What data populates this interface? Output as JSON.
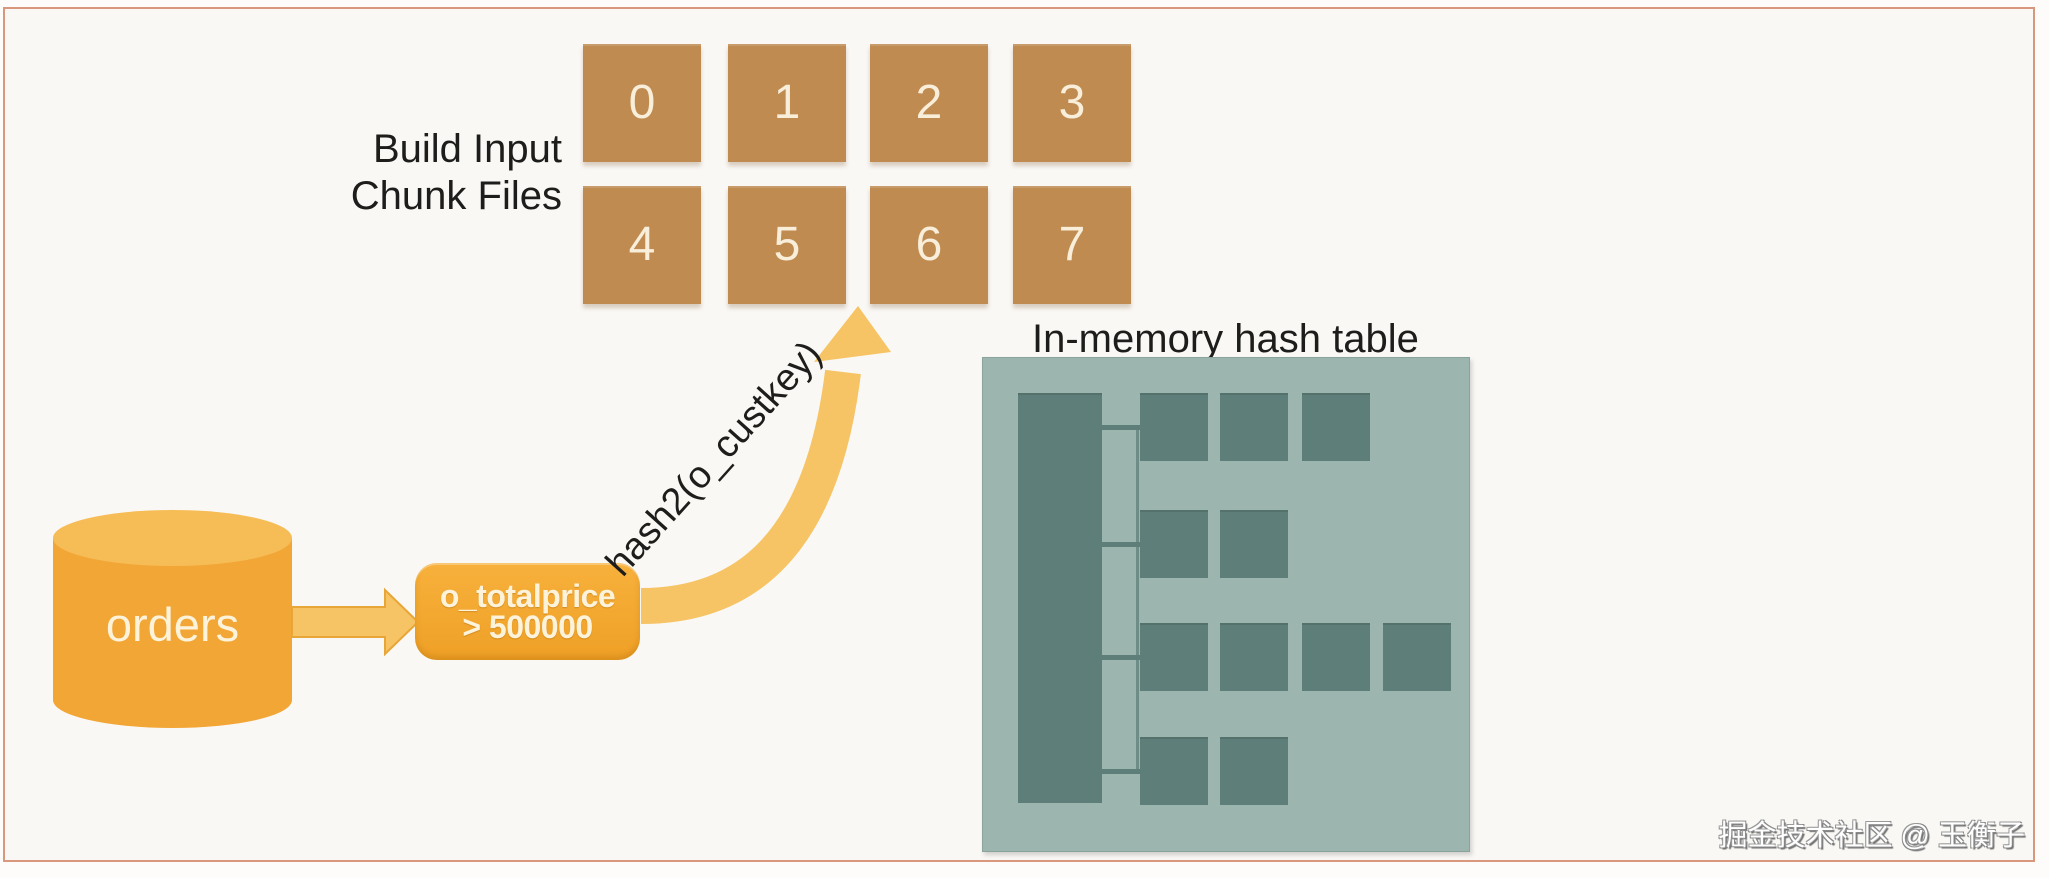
{
  "chunk_files": {
    "label_line1": "Build Input",
    "label_line2": "Chunk Files",
    "items": [
      "0",
      "1",
      "2",
      "3",
      "4",
      "5",
      "6",
      "7"
    ]
  },
  "hash_table": {
    "title": "In-memory hash table",
    "rows": [
      3,
      2,
      4,
      2
    ]
  },
  "source": {
    "label": "orders"
  },
  "filter": {
    "line1": "o_totalprice",
    "line2": "> 500000"
  },
  "flow": {
    "hash_label": "hash2(o_custkey)"
  },
  "watermark": {
    "text": "掘金技术社区 @ 玉衡子"
  },
  "colors": {
    "bg": "#faf8f5",
    "frame": "#d9977e",
    "ink": "#1d1d1b",
    "chunk": "#bf8b51",
    "chunk-num": "#f8eed9",
    "hash-bg": "#9cb5af",
    "hash-cell": "#5e7e79",
    "hash-line": "#6e8d87",
    "cyl": "#f2a636",
    "cyl-top": "#f6bd57",
    "arrow": "#f6c464",
    "arrow-edge": "#e7a637",
    "filter-top": "#f7b13c",
    "filter-bottom": "#efa026",
    "cream": "#fdf3da"
  }
}
